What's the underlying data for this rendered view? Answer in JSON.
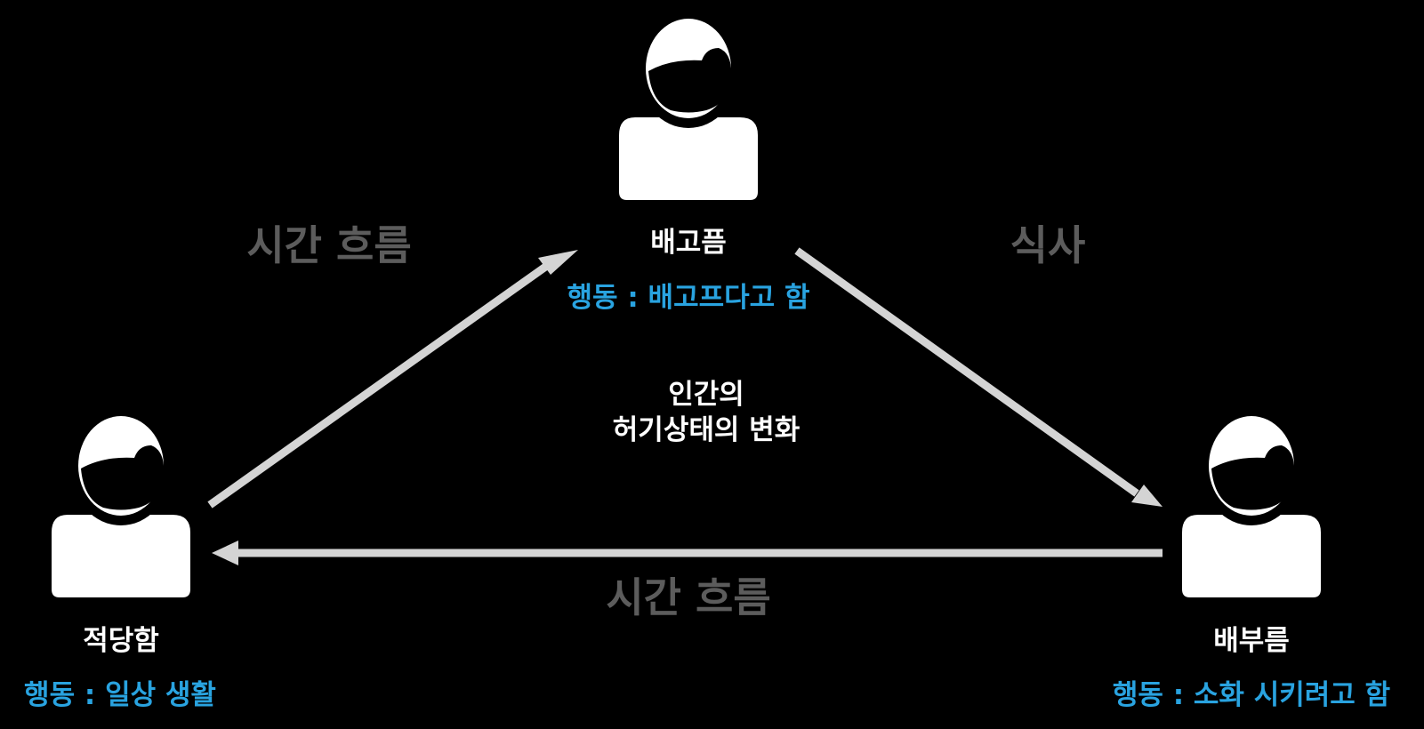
{
  "colors": {
    "background": "#000000",
    "person": "#ffffff",
    "arrow": "#d4d4d4",
    "state_text": "#ffffff",
    "action_text": "#29a3e0",
    "edge_text": "#5c5c5c"
  },
  "center": {
    "line1": "인간의",
    "line2": "허기상태의 변화"
  },
  "nodes": {
    "hungry": {
      "icon": "person-icon",
      "state": "배고픔",
      "action": "행동 : 배고프다고 함"
    },
    "moderate": {
      "icon": "person-icon",
      "state": "적당함",
      "action": "행동 : 일상 생활"
    },
    "full": {
      "icon": "person-icon",
      "state": "배부름",
      "action": "행동 : 소화 시키려고 함"
    }
  },
  "edges": {
    "moderate_to_hungry": "시간 흐름",
    "hungry_to_full": "식사",
    "full_to_moderate": "시간 흐름"
  }
}
